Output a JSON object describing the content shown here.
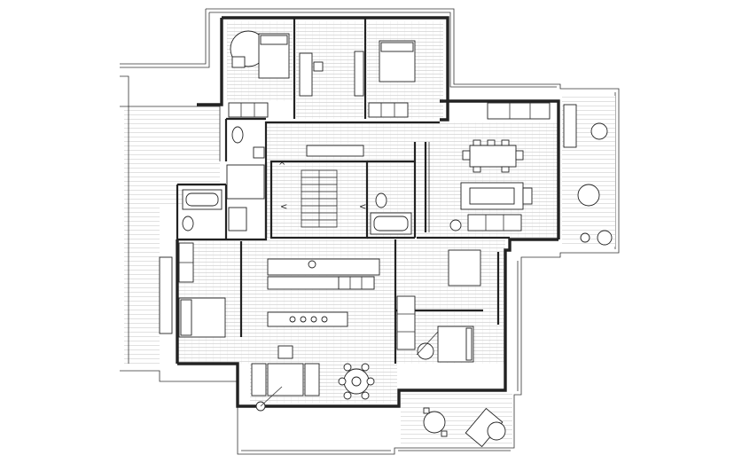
{
  "drawing": {
    "type": "architectural floor plan",
    "line_color": "#222222",
    "background": "#ffffff",
    "stair_arrow_glyphs": [
      "^",
      "<",
      "<"
    ]
  },
  "rooms": [
    {
      "name": "bedroom-north-west",
      "furniture": [
        "double-bed",
        "round-rug",
        "armchair",
        "wardrobe"
      ]
    },
    {
      "name": "study",
      "furniture": [
        "desk",
        "chair"
      ]
    },
    {
      "name": "bedroom-north-east",
      "furniture": [
        "double-bed",
        "wardrobe",
        "bookshelf"
      ]
    },
    {
      "name": "bathroom-north",
      "furniture": [
        "toilet",
        "sink"
      ]
    },
    {
      "name": "stair-hall",
      "furniture": [
        "stair",
        "shelving"
      ]
    },
    {
      "name": "bathroom-centre",
      "furniture": [
        "bathtub",
        "toilet"
      ]
    },
    {
      "name": "dining-area",
      "furniture": [
        "dining-table",
        "chairs"
      ]
    },
    {
      "name": "living-area",
      "furniture": [
        "sofa",
        "coffee-table",
        "armchairs"
      ]
    },
    {
      "name": "terrace-east",
      "furniture": [
        "bench",
        "round-table",
        "plants"
      ]
    },
    {
      "name": "bathroom-west",
      "furniture": [
        "bathtub",
        "sink"
      ]
    },
    {
      "name": "bedroom-south-west",
      "furniture": [
        "double-bed",
        "wardrobe"
      ]
    },
    {
      "name": "kitchen",
      "furniture": [
        "counter",
        "island",
        "sink",
        "hob"
      ]
    },
    {
      "name": "lounge-south",
      "furniture": [
        "sofa",
        "round-table",
        "rug",
        "armchairs"
      ]
    },
    {
      "name": "bedroom-south-east",
      "furniture": [
        "double-bed",
        "armchair",
        "rug"
      ]
    },
    {
      "name": "terrace-south",
      "furniture": [
        "round-table",
        "lounger",
        "plant"
      ]
    },
    {
      "name": "terrace-west",
      "furniture": []
    }
  ]
}
